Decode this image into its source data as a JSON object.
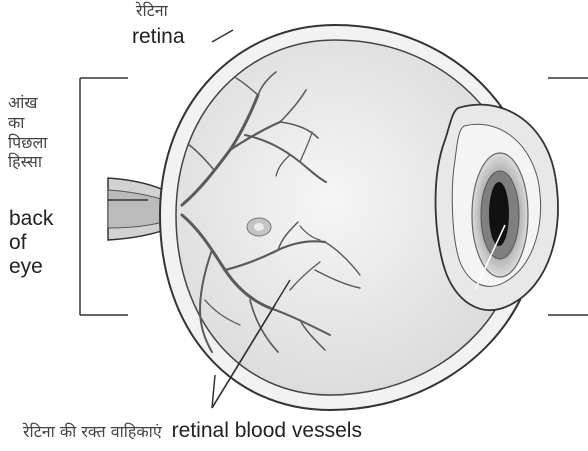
{
  "labels": {
    "retina_hi": "रेटिना",
    "retina_en": "retina",
    "back_hi": [
      "आंख",
      "का",
      "पिछला",
      "हिस्सा"
    ],
    "back_en": [
      "back",
      "of",
      "eye"
    ],
    "vessels_hi": "रेटिना की रक्त वाहिकाएं",
    "vessels_en": "retinal blood vessels"
  },
  "colors": {
    "outline": "#3a3a3a",
    "vessel": "#555555",
    "eyeball": "#ececec",
    "iris": "#9a9a9a",
    "pupil": "#111111"
  }
}
